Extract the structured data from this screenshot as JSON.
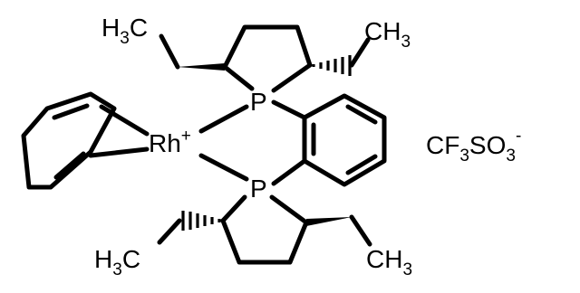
{
  "labels": {
    "methyl_top_left": {
      "main": "H",
      "sub": "3",
      "tail": "C"
    },
    "methyl_top_right": {
      "main": "CH",
      "sub": "3"
    },
    "phosphorus_top": "P",
    "phosphorus_bottom": "P",
    "rhodium": {
      "main": "Rh",
      "sup": "+"
    },
    "counterion": {
      "a": "CF",
      "a_sub": "3",
      "b": "SO",
      "b_sub": "3",
      "sup": "-"
    },
    "methyl_bottom_left": {
      "main": "H",
      "sub": "3",
      "tail": "C"
    },
    "methyl_bottom_right": {
      "main": "CH",
      "sub": "3"
    }
  },
  "colors": {
    "ink": "#000000",
    "background": "#ffffff"
  }
}
